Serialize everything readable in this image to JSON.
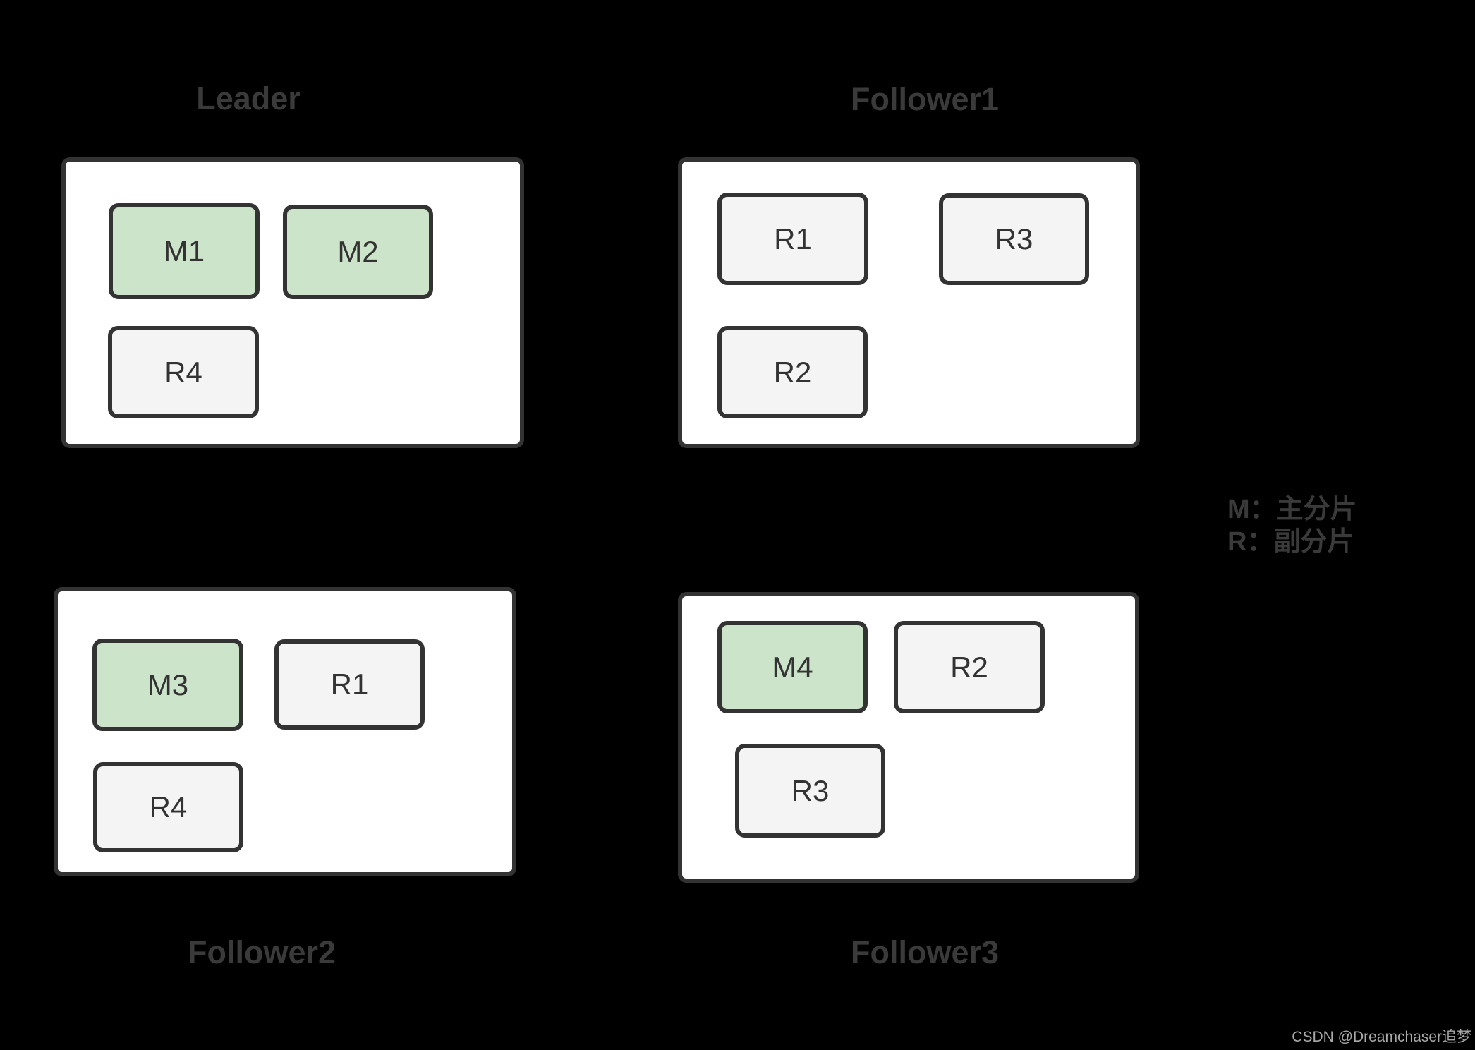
{
  "colors": {
    "background": "#000000",
    "node_fill": "#ffffff",
    "node_border": "#333333",
    "primary_shard_fill": "#cce4c9",
    "replica_shard_fill": "#f4f4f4",
    "shard_border": "#333333",
    "title_text": "#3a3a3a",
    "shard_text": "#333333",
    "legend_text": "#3a3a3a",
    "watermark_text": "#a9a9a9"
  },
  "nodes": [
    {
      "title": "Leader",
      "shards": [
        {
          "label": "M1",
          "type": "primary"
        },
        {
          "label": "M2",
          "type": "primary"
        },
        {
          "label": "R4",
          "type": "replica"
        }
      ]
    },
    {
      "title": "Follower1",
      "shards": [
        {
          "label": "R1",
          "type": "replica"
        },
        {
          "label": "R3",
          "type": "replica"
        },
        {
          "label": "R2",
          "type": "replica"
        }
      ]
    },
    {
      "title": "Follower2",
      "shards": [
        {
          "label": "M3",
          "type": "primary"
        },
        {
          "label": "R1",
          "type": "replica"
        },
        {
          "label": "R4",
          "type": "replica"
        }
      ]
    },
    {
      "title": "Follower3",
      "shards": [
        {
          "label": "M4",
          "type": "primary"
        },
        {
          "label": "R2",
          "type": "replica"
        },
        {
          "label": "R3",
          "type": "replica"
        }
      ]
    }
  ],
  "legend": {
    "line1": "M：主分片",
    "line2": "R：副分片"
  },
  "watermark": "CSDN @Dreamchaser追梦"
}
